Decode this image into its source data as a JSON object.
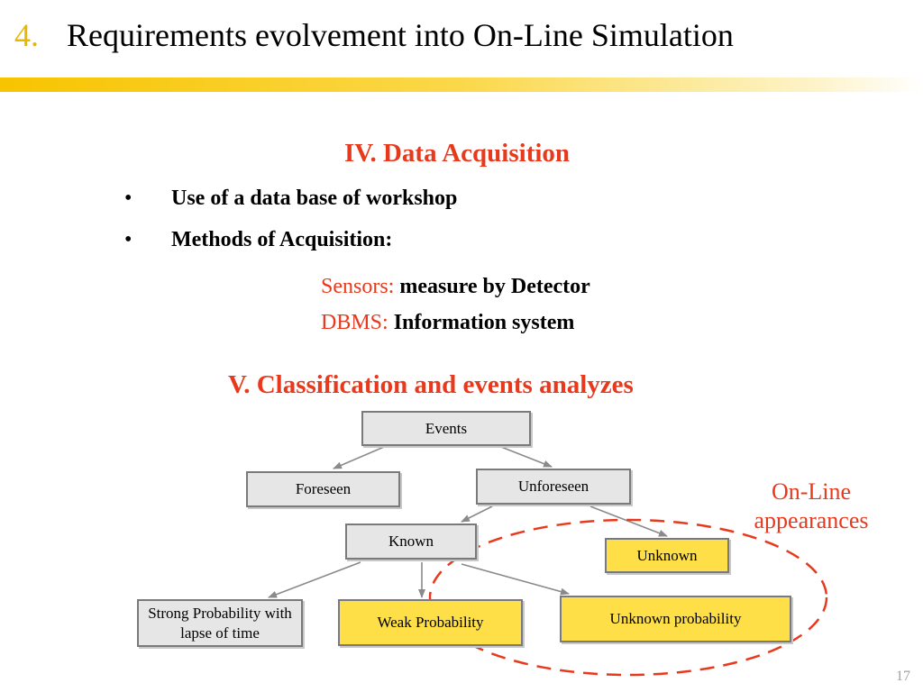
{
  "header": {
    "number": "4.",
    "title": "Requirements evolvement into On-Line Simulation"
  },
  "section_iv": {
    "heading": "IV. Data Acquisition",
    "bullets": [
      "Use of a data base of workshop",
      "Methods of Acquisition:"
    ],
    "methods": [
      {
        "key": "Sensors:",
        "value": "measure by Detector"
      },
      {
        "key": "DBMS:",
        "value": "Information system"
      }
    ]
  },
  "section_v": {
    "heading": "V. Classification and events analyzes"
  },
  "diagram": {
    "nodes": {
      "events": {
        "label": "Events",
        "fill": "gray"
      },
      "foreseen": {
        "label": "Foreseen",
        "fill": "gray"
      },
      "unforeseen": {
        "label": "Unforeseen",
        "fill": "gray"
      },
      "known": {
        "label": "Known",
        "fill": "gray"
      },
      "unknown": {
        "label": "Unknown",
        "fill": "yellow"
      },
      "strong": {
        "label": "Strong Probability with lapse of time",
        "fill": "gray"
      },
      "weak": {
        "label": "Weak Probability",
        "fill": "yellow"
      },
      "unknown_prob": {
        "label": "Unknown probability",
        "fill": "yellow"
      }
    },
    "edges": [
      [
        "events",
        "foreseen"
      ],
      [
        "events",
        "unforeseen"
      ],
      [
        "unforeseen",
        "known"
      ],
      [
        "unforeseen",
        "unknown"
      ],
      [
        "known",
        "strong"
      ],
      [
        "known",
        "weak"
      ],
      [
        "known",
        "unknown_prob"
      ]
    ],
    "callout": {
      "line1": "On-Line",
      "line2": "appearances"
    }
  },
  "colors": {
    "accent_red": "#e8391d",
    "number_gold": "#e8b800",
    "node_gray": "#e6e6e6",
    "node_yellow": "#ffdf47"
  },
  "page_number": "17"
}
